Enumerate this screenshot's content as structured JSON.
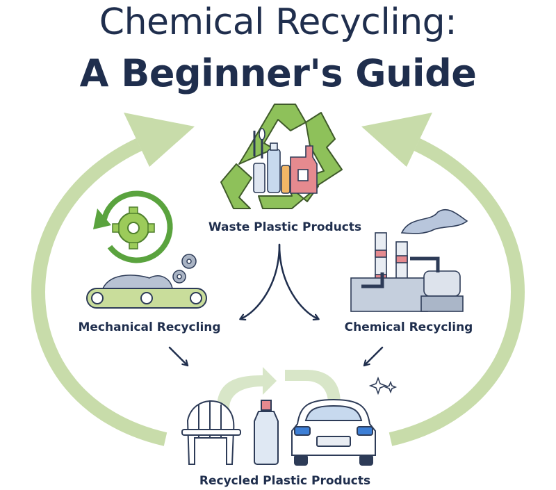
{
  "title": {
    "line1": "Chemical Recycling:",
    "line2": "A Beginner's Guide"
  },
  "nodes": {
    "waste": "Waste Plastic Products",
    "mechanical": "Mechanical Recycling",
    "chemical": "Chemical Recycling",
    "recycled": "Recycled Plastic Products"
  },
  "colors": {
    "title_navy": "#1f2e4d",
    "loop_green": "#c8dcaa",
    "recycle_green": "#8ec15a",
    "gear_green": "#9ccb5a",
    "arrow_dark": "#1f2e4d"
  },
  "icons": {
    "waste": "recycling-symbol-with-plastic-bottles-icon",
    "mechanical": "gear-conveyor-belt-icon",
    "chemical": "factory-with-chimneys-icon",
    "recycled": "chair-bottle-car-icon"
  }
}
